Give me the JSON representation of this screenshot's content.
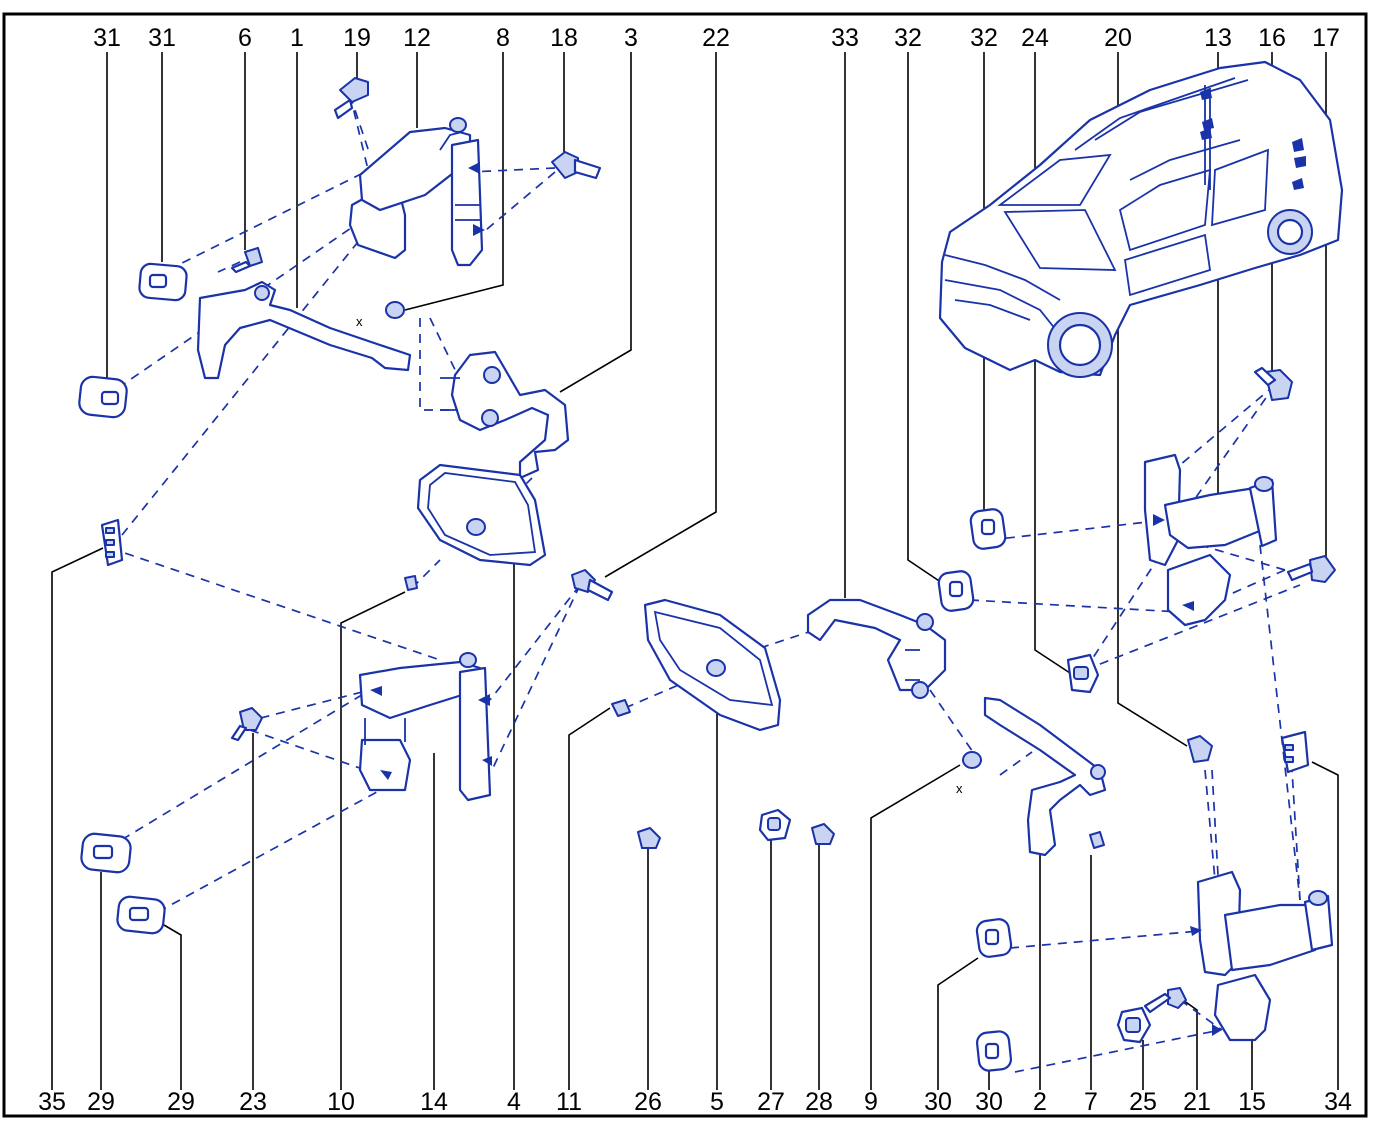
{
  "diagram": {
    "colors": {
      "ink": "#1a33a8",
      "label": "#000000",
      "frame": "#000000",
      "background": "#ffffff"
    },
    "top_labels": [
      "31",
      "31",
      "6",
      "1",
      "19",
      "12",
      "8",
      "18",
      "3",
      "22",
      "33",
      "32",
      "32",
      "24",
      "20",
      "13",
      "16",
      "17"
    ],
    "bottom_labels": [
      "35",
      "29",
      "29",
      "23",
      "10",
      "14",
      "4",
      "11",
      "26",
      "5",
      "27",
      "28",
      "9",
      "30",
      "30",
      "2",
      "7",
      "25",
      "21",
      "15",
      "34"
    ],
    "inline_marks": [
      "x",
      "x"
    ],
    "inset": "vehicle-illustration"
  }
}
